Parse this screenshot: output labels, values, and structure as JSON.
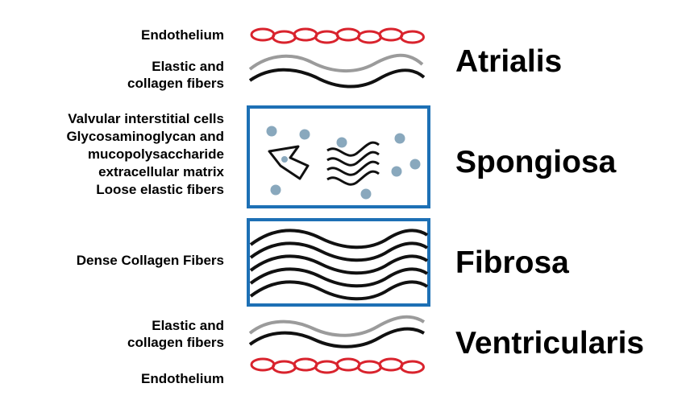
{
  "left_labels": {
    "endothelium_top": "Endothelium",
    "elastic_top_1": "Elastic and",
    "elastic_top_2": "collagen fibers",
    "spongiosa_1": "Valvular interstitial cells",
    "spongiosa_2": "Glycosaminoglycan and",
    "spongiosa_3": "mucopolysaccharide",
    "spongiosa_4": "extracellular matrix",
    "spongiosa_5": "Loose elastic fibers",
    "dense": "Dense Collagen Fibers",
    "elastic_bottom_1": "Elastic and",
    "elastic_bottom_2": "collagen fibers",
    "endothelium_bottom": "Endothelium"
  },
  "layers": {
    "atrialis": "Atrialis",
    "spongiosa": "Spongiosa",
    "fibrosa": "Fibrosa",
    "ventricularis": "Ventricularis"
  },
  "colors": {
    "endothelium_cells": "#d9232d",
    "box_border": "#1d70b5",
    "elastic_fiber": "#9b9b9b",
    "collagen_fiber": "#111111",
    "gag_dots": "#89a8bd"
  }
}
